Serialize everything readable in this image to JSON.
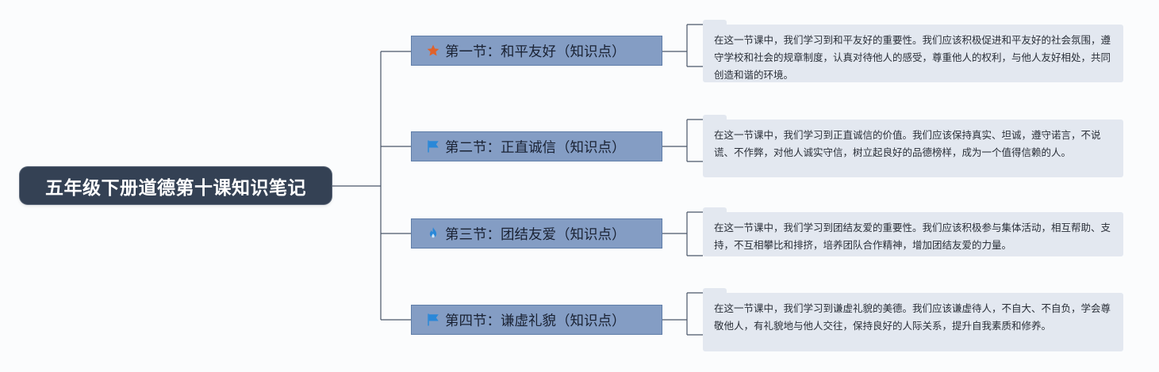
{
  "root": {
    "title": "五年级下册道德第十课知识笔记"
  },
  "colors": {
    "root_bg": "#344154",
    "section_bg": "#849dc4",
    "note_bg": "#e3e8f0",
    "line": "#4a5568",
    "star": "#e0622b",
    "flag": "#2a88d8",
    "fire": "#2a88d8"
  },
  "sections": [
    {
      "icon": "star-icon",
      "label": "第一节：和平友好（知识点）",
      "note": "在这一节课中，我们学习到和平友好的重要性。我们应该积极促进和平友好的社会氛围，遵守学校和社会的规章制度，认真对待他人的感受，尊重他人的权利，与他人友好相处，共同创造和谐的环境。"
    },
    {
      "icon": "flag-icon",
      "label": "第二节：正直诚信（知识点）",
      "note": "在这一节课中，我们学习到正直诚信的价值。我们应该保持真实、坦诚，遵守诺言，不说谎、不作弊，对他人诚实守信，树立起良好的品德榜样，成为一个值得信赖的人。"
    },
    {
      "icon": "fire-icon",
      "label": "第三节：团结友爱（知识点）",
      "note": "在这一节课中，我们学习到团结友爱的重要性。我们应该积极参与集体活动，相互帮助、支持，不互相攀比和排挤，培养团队合作精神，增加团结友爱的力量。"
    },
    {
      "icon": "flag-icon",
      "label": "第四节：谦虚礼貌（知识点）",
      "note": "在这一节课中，我们学习到谦虚礼貌的美德。我们应该谦虚待人，不自大、不自负，学会尊敬他人，有礼貌地与他人交往，保持良好的人际关系，提升自我素质和修养。"
    }
  ]
}
